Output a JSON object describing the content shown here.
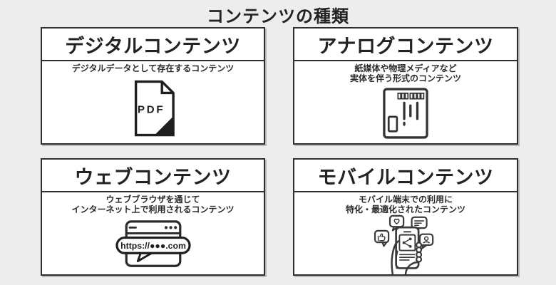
{
  "page": {
    "title": "コンテンツの種類"
  },
  "colors": {
    "background": "#ededed",
    "card_background": "#ffffff",
    "border": "#2e2e2e",
    "text": "#232323",
    "icon_stroke": "#333333",
    "icon_fill": "#1e1e1e"
  },
  "cards": [
    {
      "title": "デジタルコンテンツ",
      "description": "デジタルデータとして存在するコンテンツ",
      "icon": "pdf-document-icon",
      "icon_text": "PDF"
    },
    {
      "title": "アナログコンテンツ",
      "description": "紙媒体や物理メディアなど\n実体を伴う形式のコンテンツ",
      "icon": "newspaper-icon"
    },
    {
      "title": "ウェブコンテンツ",
      "description": "ウェブブラウザを通じて\nインターネット上で利用されるコンテンツ",
      "icon": "browser-window-icon",
      "icon_text": "https://●●●.com"
    },
    {
      "title": "モバイルコンテンツ",
      "description": "モバイル端末での利用に\n特化・最適化されたコンテンツ",
      "icon": "smartphone-in-hand-icon"
    }
  ]
}
